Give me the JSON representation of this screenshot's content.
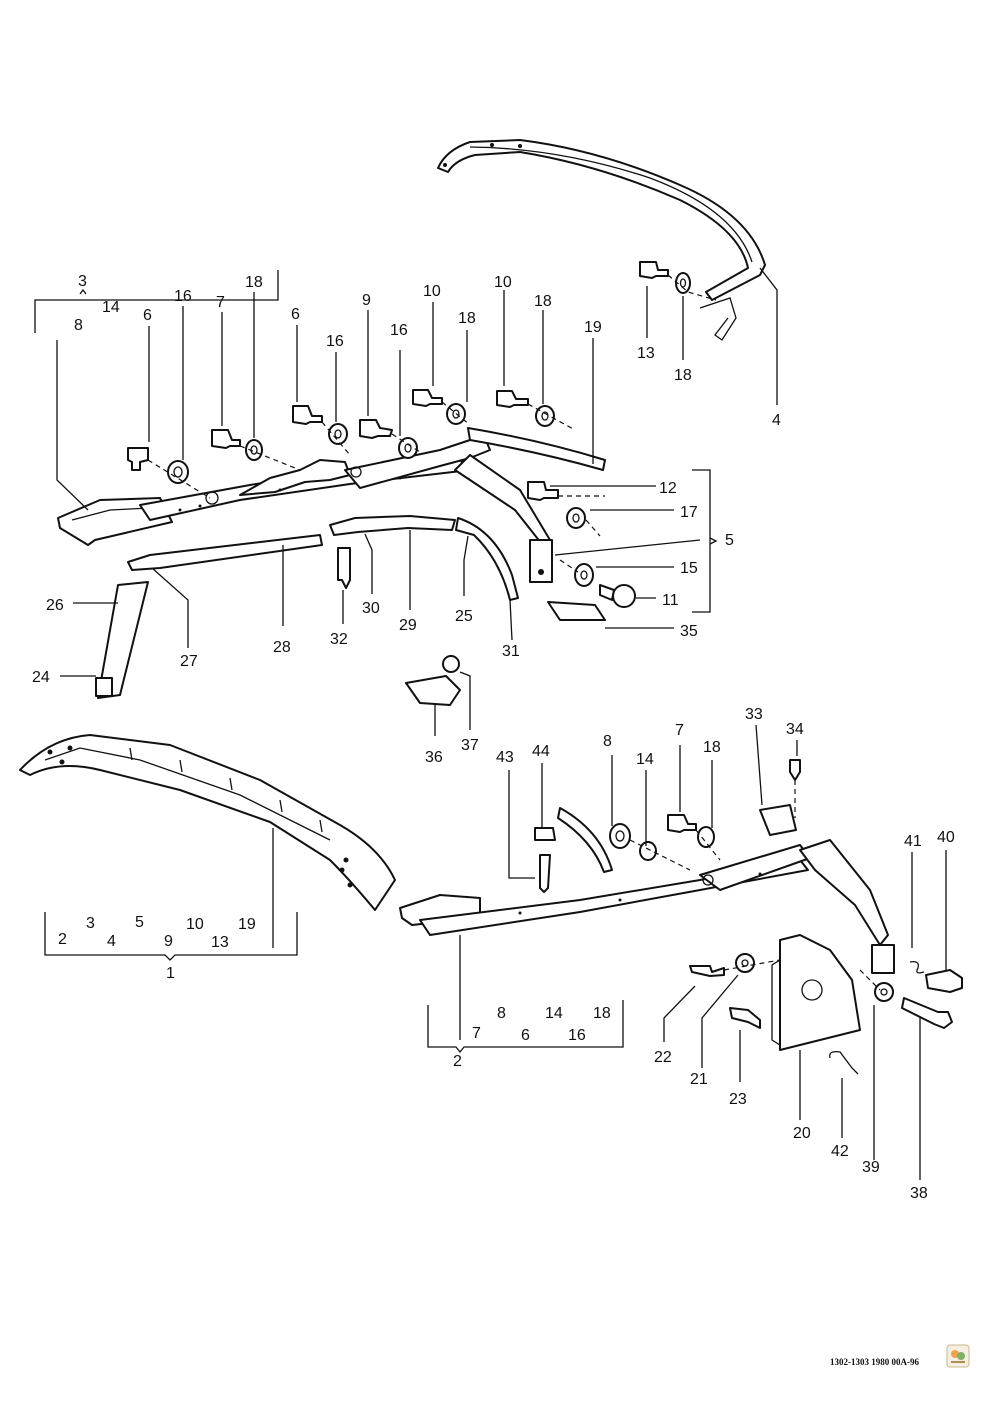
{
  "reference_code": "1302-1303 1980 00A-96",
  "callouts": {
    "c1": "1",
    "c2": "2",
    "c3": "3",
    "c4": "4",
    "c5": "5",
    "c6": "6",
    "c7": "7",
    "c8": "8",
    "c9": "9",
    "c10": "10",
    "c11": "11",
    "c12": "12",
    "c13": "13",
    "c14": "14",
    "c15": "15",
    "c16": "16",
    "c17": "17",
    "c18": "18",
    "c19": "19",
    "c20": "20",
    "c21": "21",
    "c22": "22",
    "c23": "23",
    "c24": "24",
    "c25": "25",
    "c26": "26",
    "c27": "27",
    "c28": "28",
    "c29": "29",
    "c30": "30",
    "c31": "31",
    "c32": "32",
    "c33": "33",
    "c34": "34",
    "c35": "35",
    "c36": "36",
    "c37": "37",
    "c38": "38",
    "c39": "39",
    "c40": "40",
    "c41": "41",
    "c42": "42",
    "c43": "43",
    "c44": "44"
  },
  "logo_name": "watermark-logo"
}
